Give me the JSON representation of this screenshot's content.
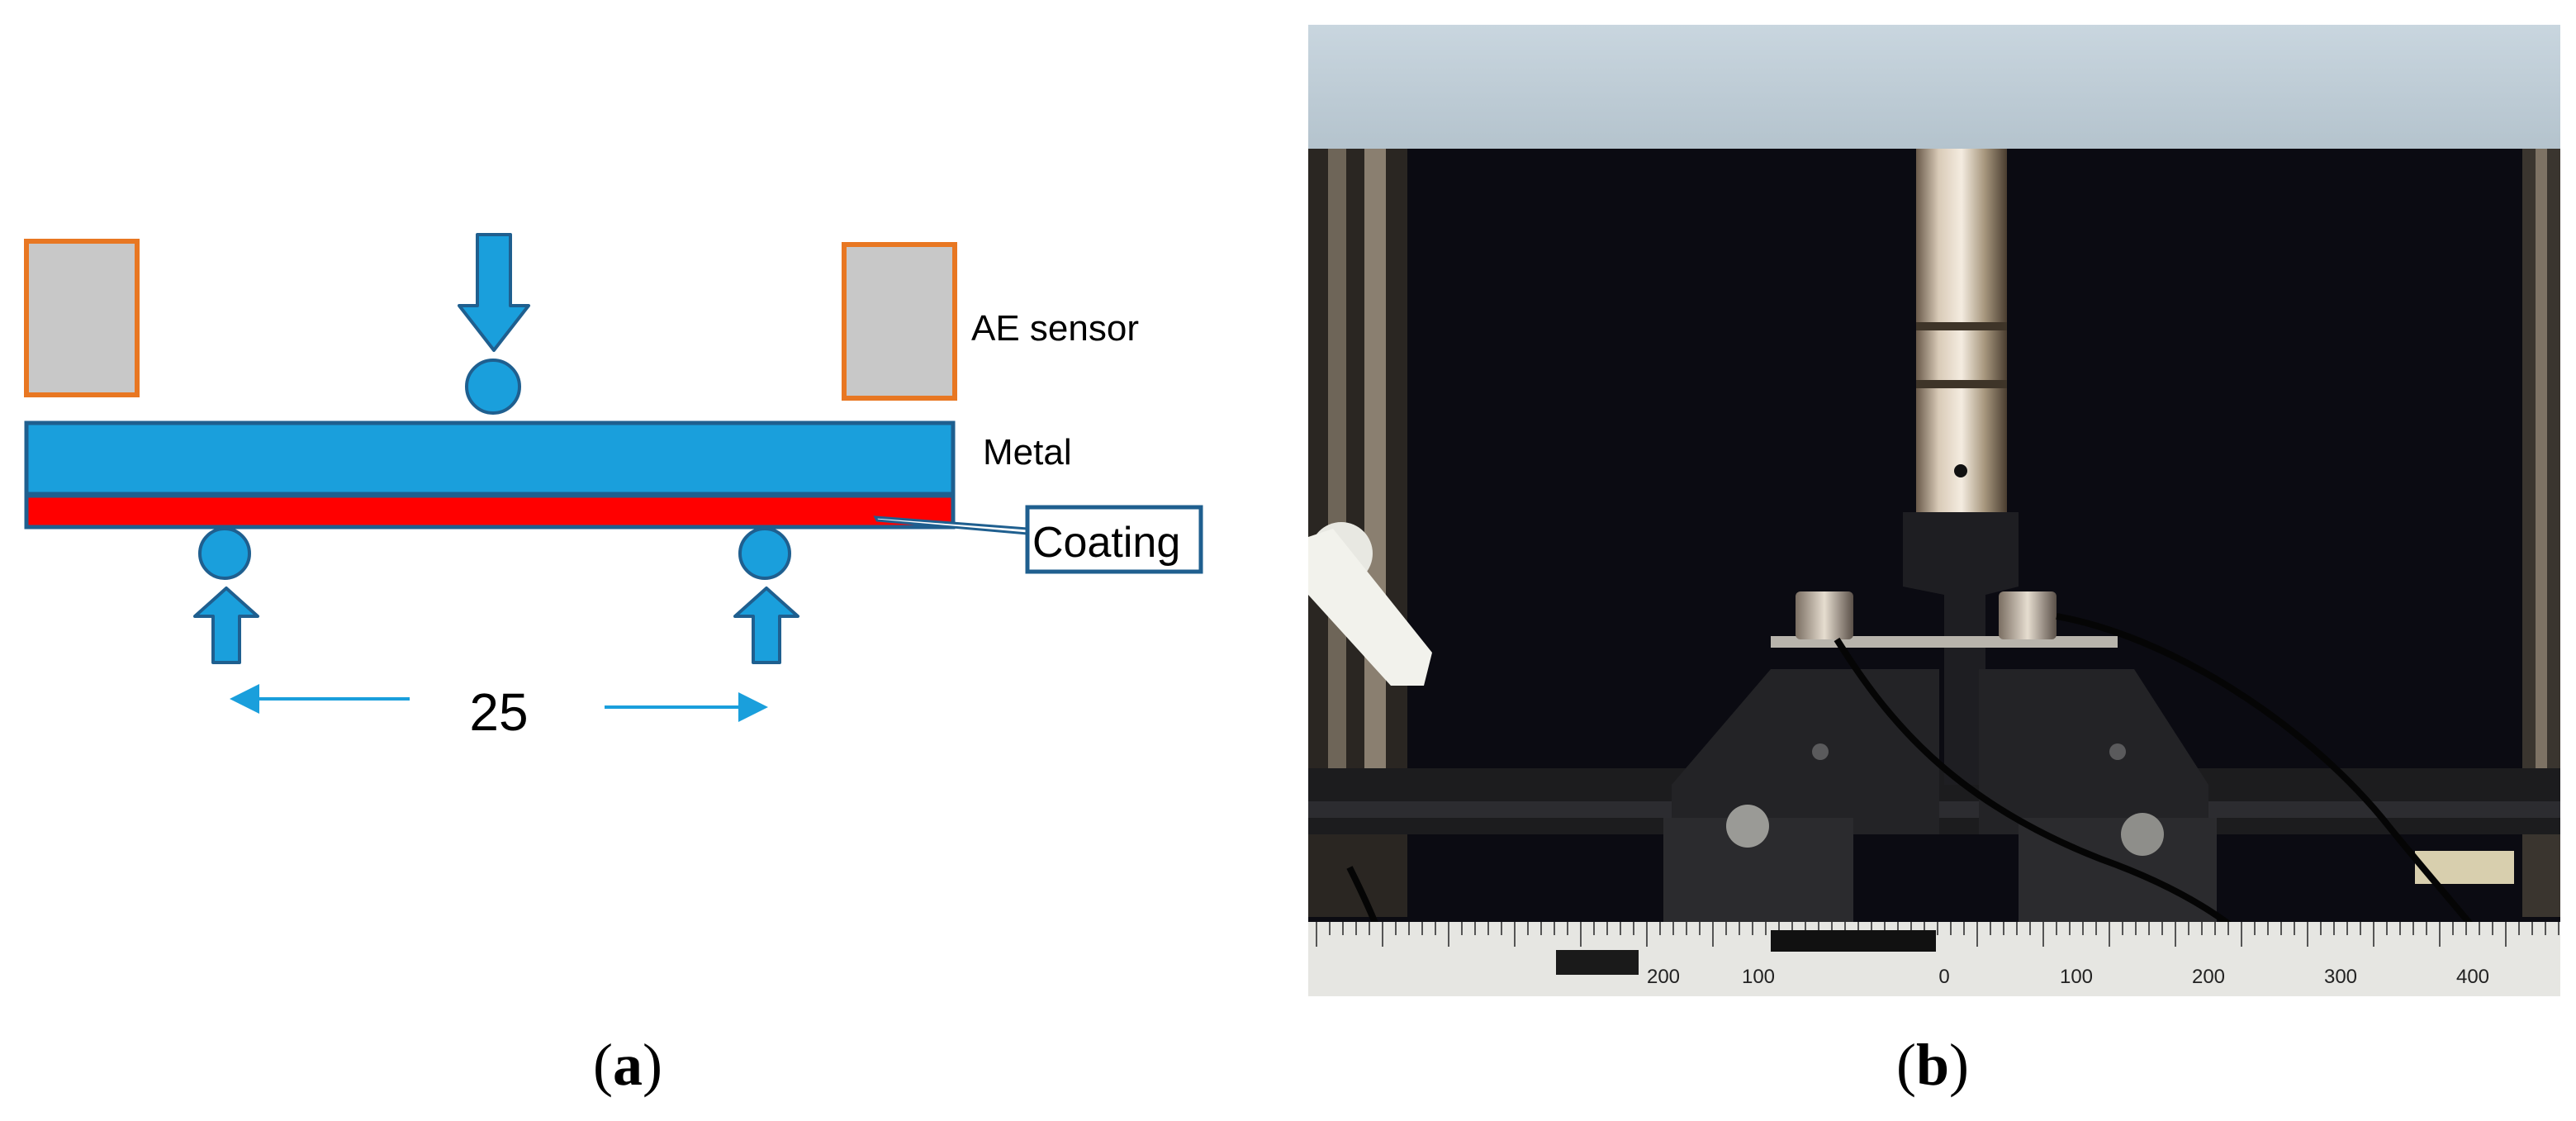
{
  "panel_a": {
    "labels": {
      "ae_sensor": "AE sensor",
      "metal": "Metal",
      "coating": "Coating",
      "span": "25"
    },
    "caption": {
      "open": "(",
      "letter": "a",
      "close": ")"
    },
    "colors": {
      "metal": "#1a9fdc",
      "coating": "#ff0000",
      "sensor_fill": "#c8c8c8",
      "sensor_border": "#e87722",
      "outline": "#1f5f8f",
      "callout_border": "#1f5f8f",
      "dimension_arrow": "#1a9fdc"
    }
  },
  "panel_b": {
    "scale_labels": [
      "200",
      "100",
      "0",
      "100",
      "200",
      "300",
      "400"
    ],
    "caption": {
      "open": "(",
      "letter": "b",
      "close": ")"
    }
  }
}
